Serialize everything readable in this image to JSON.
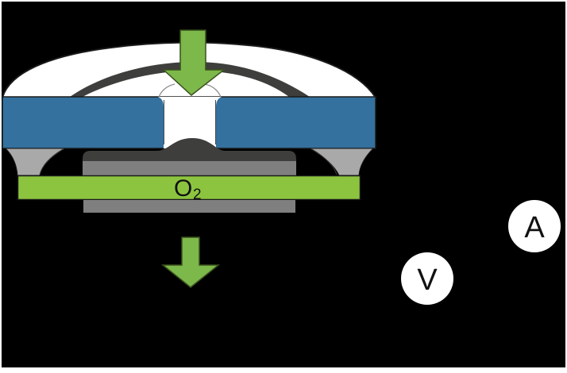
{
  "figure": {
    "kind": "oxygen-sensor-cross-section-diagram",
    "labels": {
      "gas": "O",
      "gas_subscript": "2",
      "voltmeter": "V",
      "ammeter": "A"
    },
    "colors": {
      "page": "#ffffff",
      "background": "#000000",
      "cap_white": "#ffffff",
      "housing_blue": "#34719e",
      "body_dark": "#3e3e3c",
      "electrode_gray": "#7f7f7f",
      "foot_gray": "#a9a9a9",
      "membrane_green": "#8cc43f",
      "arrow_green": "#7cb84a",
      "meter_white": "#ffffff"
    }
  }
}
